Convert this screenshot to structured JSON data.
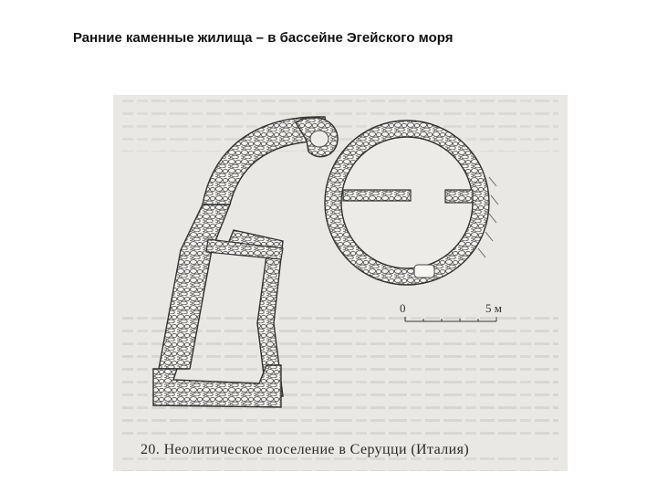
{
  "slide": {
    "title": "Ранние каменные жилища – в бассейне Эгейского моря"
  },
  "figure": {
    "scale": {
      "start_label": "0",
      "end_label": "5 м"
    },
    "caption": "20. Неолитическое поселение в Серуцци (Италия)"
  }
}
